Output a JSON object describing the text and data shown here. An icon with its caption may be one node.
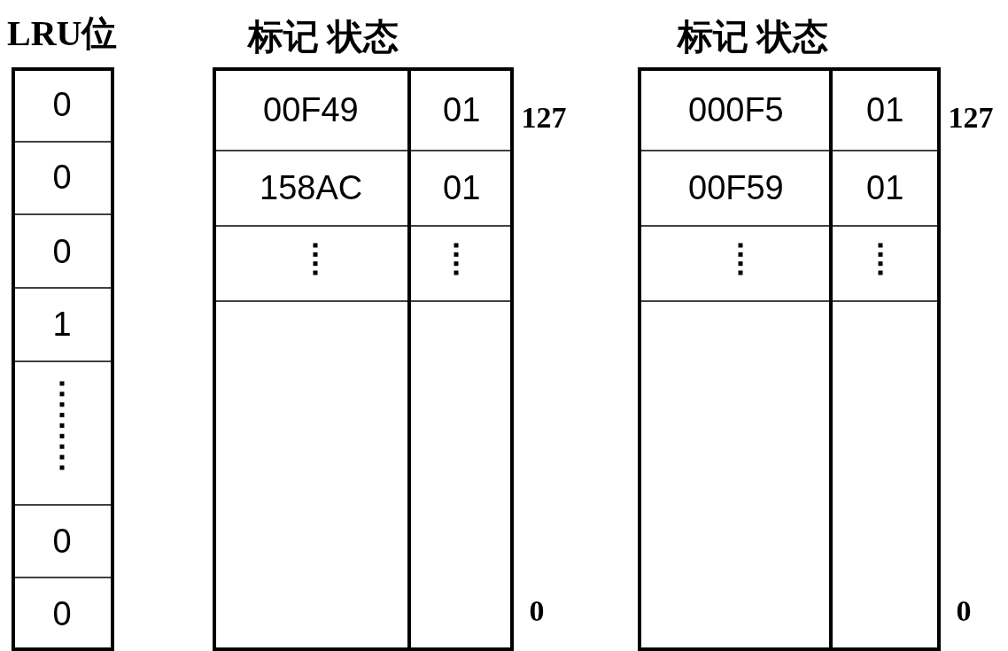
{
  "diagram": {
    "labels": [
      "LRU位",
      "标记 状态",
      "标记 状态",
      "0",
      "0",
      "0",
      "1",
      "0",
      "0",
      "00F49",
      "01",
      "127",
      "158AC",
      "01",
      "0",
      "000F5",
      "01",
      "127",
      "00F59",
      "01",
      "0"
    ]
  }
}
